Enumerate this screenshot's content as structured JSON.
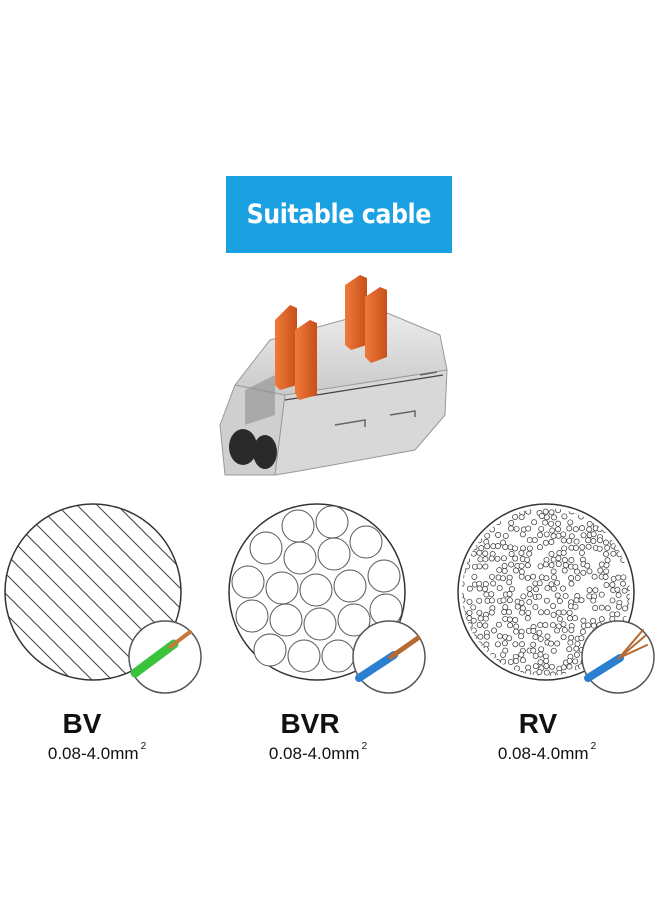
{
  "banner": {
    "title": "Suitable cable"
  },
  "cables": [
    {
      "name": "BV",
      "range": "0.08-4.0mm",
      "unit_superscript": "2",
      "wire_icon": "solid-copper-wire-icon",
      "insulation_color": "#3cc33c"
    },
    {
      "name": "BVR",
      "range": "0.08-4.0mm",
      "unit_superscript": "2",
      "wire_icon": "multi-strand-wire-icon",
      "insulation_color": "#2a7fd0"
    },
    {
      "name": "RV",
      "range": "0.08-4.0mm",
      "unit_superscript": "2",
      "wire_icon": "fine-strand-wire-icon",
      "insulation_color": "#2a7fd0"
    }
  ],
  "colors": {
    "banner": "#1ba1e2",
    "lever": "#e8662a",
    "housing": "#d9d9d9"
  }
}
